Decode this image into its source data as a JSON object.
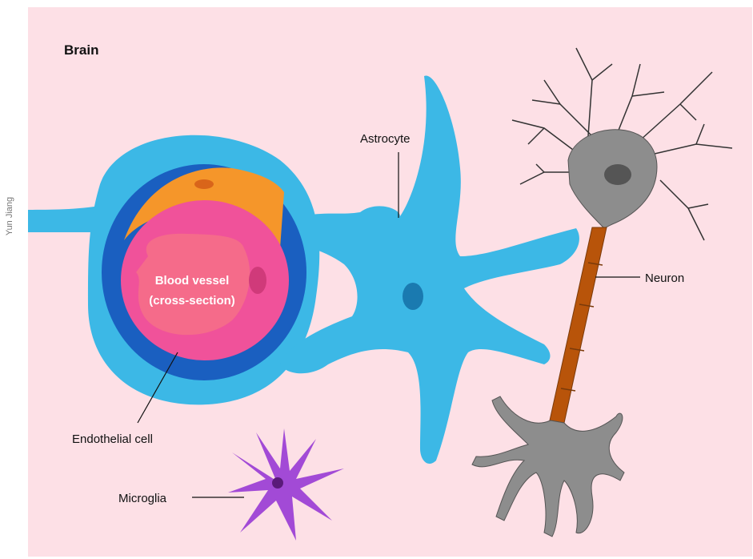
{
  "diagram": {
    "title": "Brain",
    "credit": "Yun Jiang",
    "labels": {
      "astrocyte": "Astrocyte",
      "neuron": "Neuron",
      "vessel_line1": "Blood vessel",
      "vessel_line2": "(cross-section)",
      "endothelial": "Endothelial cell",
      "microglia": "Microglia"
    },
    "colors": {
      "background": "#fde0e6",
      "astrocyte": "#3cb8e6",
      "vessel_wall": "#1a5fc0",
      "vessel": "#f0529a",
      "lumen": "#f56b8a",
      "pericyte": "#f5962a",
      "neuron": "#8d8d8d",
      "axon": "#b8540a",
      "microglia": "#a24ad6"
    }
  }
}
